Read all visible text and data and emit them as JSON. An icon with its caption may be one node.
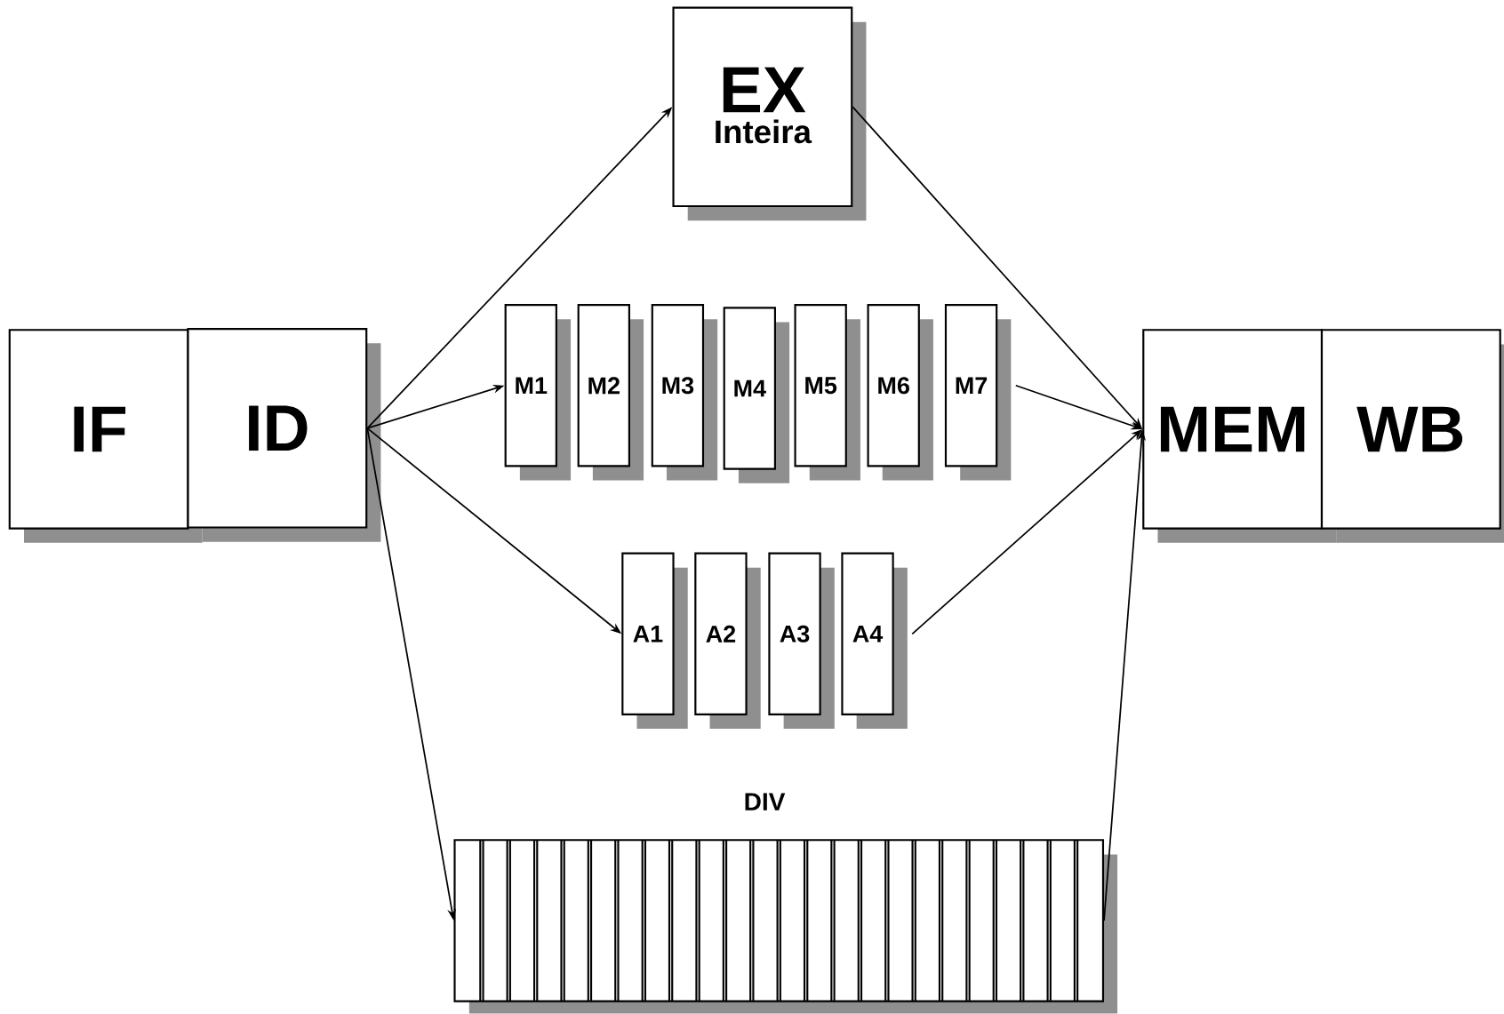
{
  "diagram": {
    "nodes": [
      {
        "text": [
          "IF"
        ]
      },
      {
        "text": [
          "ID"
        ]
      },
      {
        "text": [
          "EX",
          "Inteira"
        ]
      },
      {
        "text": [
          "M1"
        ]
      },
      {
        "text": [
          "M2"
        ]
      },
      {
        "text": [
          "M3"
        ]
      },
      {
        "text": [
          "M4"
        ]
      },
      {
        "text": [
          "M5"
        ]
      },
      {
        "text": [
          "M6"
        ]
      },
      {
        "text": [
          "M7"
        ]
      },
      {
        "text": [
          "A1"
        ]
      },
      {
        "text": [
          "A2"
        ]
      },
      {
        "text": [
          "A3"
        ]
      },
      {
        "text": [
          "A4"
        ]
      },
      {
        "text": [
          "DIV"
        ]
      },
      {
        "text": [
          "MEM"
        ]
      },
      {
        "text": [
          "WB"
        ]
      }
    ],
    "edges": [
      {
        "from": 1,
        "to": 2,
        "arrow": "to"
      },
      {
        "from": 1,
        "to": 3,
        "arrow": "to"
      },
      {
        "from": 1,
        "to": 10,
        "arrow": "to"
      },
      {
        "from": 1,
        "to": 14,
        "arrow": "to"
      },
      {
        "from": 2,
        "to": 15,
        "arrow": "to"
      },
      {
        "from": 9,
        "to": 15,
        "arrow": "to"
      },
      {
        "from": 13,
        "to": 15,
        "arrow": "to"
      },
      {
        "from": 14,
        "to": 15,
        "arrow": "to"
      }
    ]
  }
}
